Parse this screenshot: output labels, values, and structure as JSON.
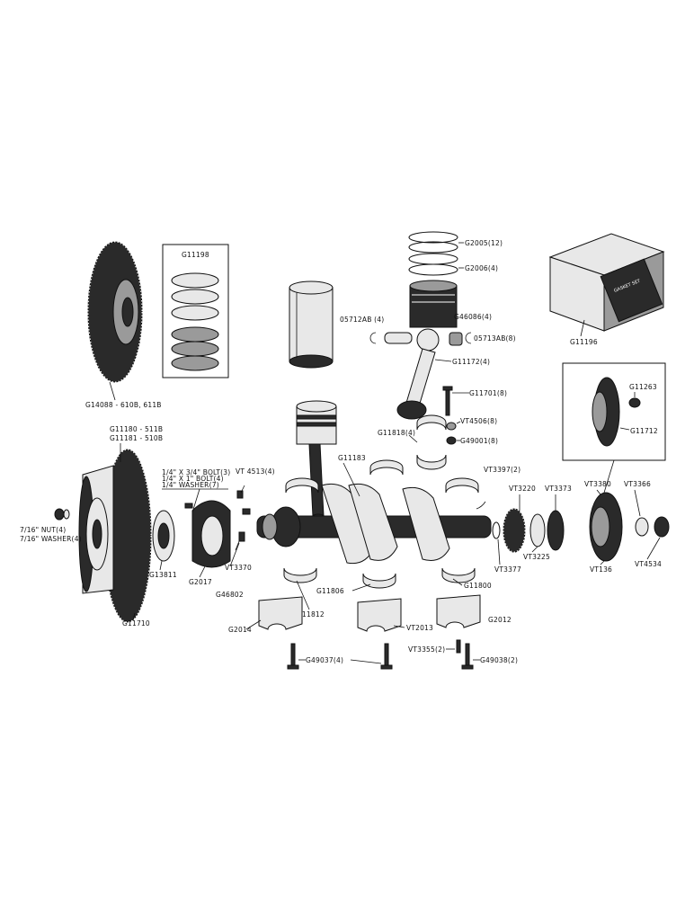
{
  "labels": {
    "g14088": "G14088 - 610B, 611B",
    "g11198": "G11198",
    "g11180": "G11180 - 511B",
    "g11181": "G11181 - 510B",
    "bolt34": "1/4\" X 3/4\" BOLT(3)",
    "bolt1": "1/4\" X 1\" BOLT(4)",
    "washer14": "1/4\" WASHER(7)",
    "nut716": "7/16\" NUT(4)",
    "washer716": "7/16\" WASHER(4)",
    "g11710": "G11710",
    "g13811": "G13811",
    "g2017": "G2017",
    "g46802": "G46802",
    "vt3370": "VT3370",
    "vt4513": "VT 4513(4)",
    "g2005": "G2005(12)",
    "g2006": "G2006(4)",
    "n05712ab": "05712AB (4)",
    "g46086": "G46086(4)",
    "n05713ab": "05713AB(8)",
    "g11172": "G11172(4)",
    "g11701": "G11701(8)",
    "vt4506": "VT4506(8)",
    "g49001": "G49001(8)",
    "g11818": "G11818(4)",
    "g11183": "G11183",
    "vt3397": "VT3397(2)",
    "g11196": "G11196",
    "g11263": "G11263",
    "g11712": "G11712",
    "vt3220": "VT3220",
    "vt3373": "VT3373",
    "vt3380": "VT3380",
    "vt3366": "VT3366",
    "vt3377": "VT3377",
    "vt3225": "VT3225",
    "vt136": "VT136",
    "vt4534": "VT4534",
    "g11806": "G11806",
    "g11800": "G11800",
    "g11812": "G11812",
    "g2014": "G2014",
    "vt2013": "VT2013",
    "g2012": "G2012",
    "vt3355": "VT3355(2)",
    "g49037": "G49037(4)",
    "g49038": "G49038(2)",
    "box_text": "GASKET SET"
  },
  "colors": {
    "ink": "#111111",
    "dark_fill": "#2a2a2a",
    "mid_fill": "#9a9a9a",
    "light_fill": "#e8e8e8",
    "background": "#ffffff"
  }
}
